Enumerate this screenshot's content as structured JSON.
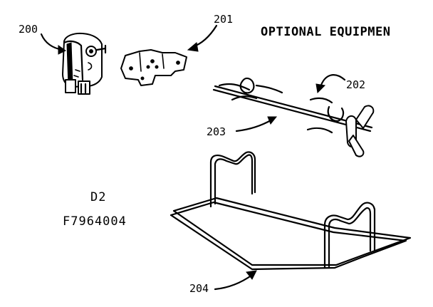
{
  "title": "OPTIONAL EQUIPMEN",
  "model": {
    "line1": "D2",
    "line2": "F7964004"
  },
  "parts": [
    {
      "number": "200"
    },
    {
      "number": "201"
    },
    {
      "number": "202"
    },
    {
      "number": "203"
    },
    {
      "number": "204"
    }
  ]
}
